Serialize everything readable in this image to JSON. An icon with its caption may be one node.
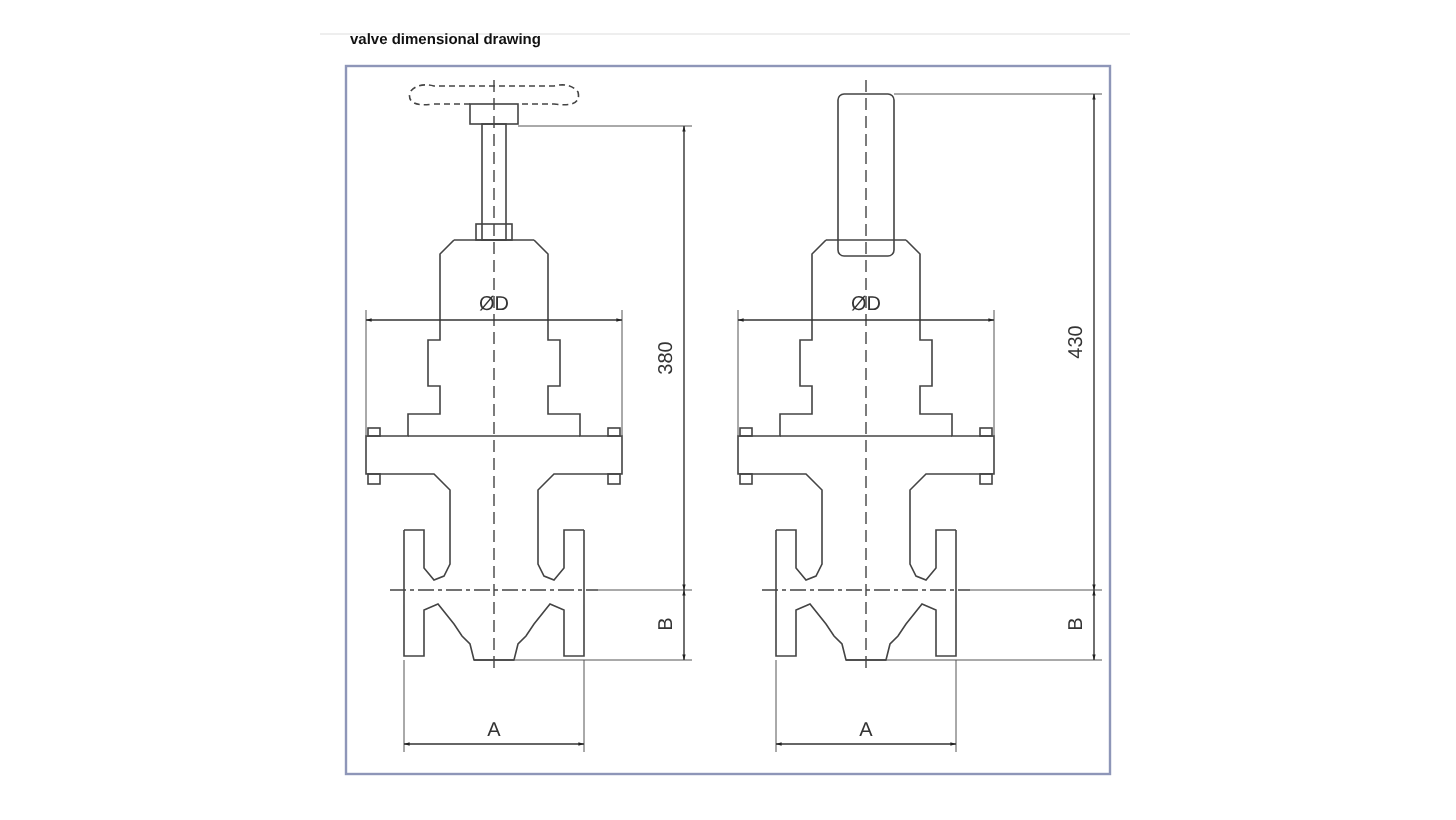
{
  "diagram": {
    "title": "valve dimensional drawing",
    "labels": [
      "ØD",
      "380",
      "B",
      "A",
      "ØD",
      "430",
      "B",
      "A"
    ]
  }
}
